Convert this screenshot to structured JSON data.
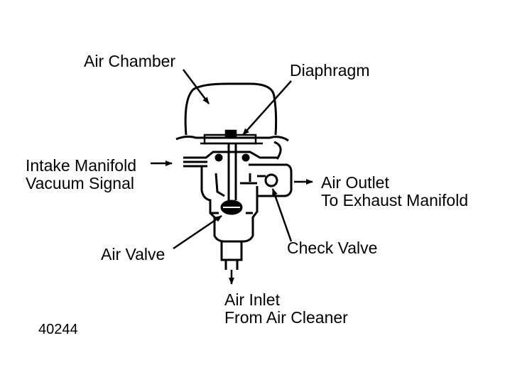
{
  "labels": {
    "air_chamber": "Air Chamber",
    "diaphragm": "Diaphragm",
    "intake_line1": "Intake Manifold",
    "intake_line2": "Vacuum Signal",
    "outlet_line1": "Air Outlet",
    "outlet_line2": "To Exhaust Manifold",
    "air_valve": "Air Valve",
    "check_valve": "Check Valve",
    "inlet_line1": "Air Inlet",
    "inlet_line2": "From Air Cleaner",
    "figure_number": "40244"
  },
  "colors": {
    "ink": "#000000",
    "paper": "#ffffff"
  }
}
